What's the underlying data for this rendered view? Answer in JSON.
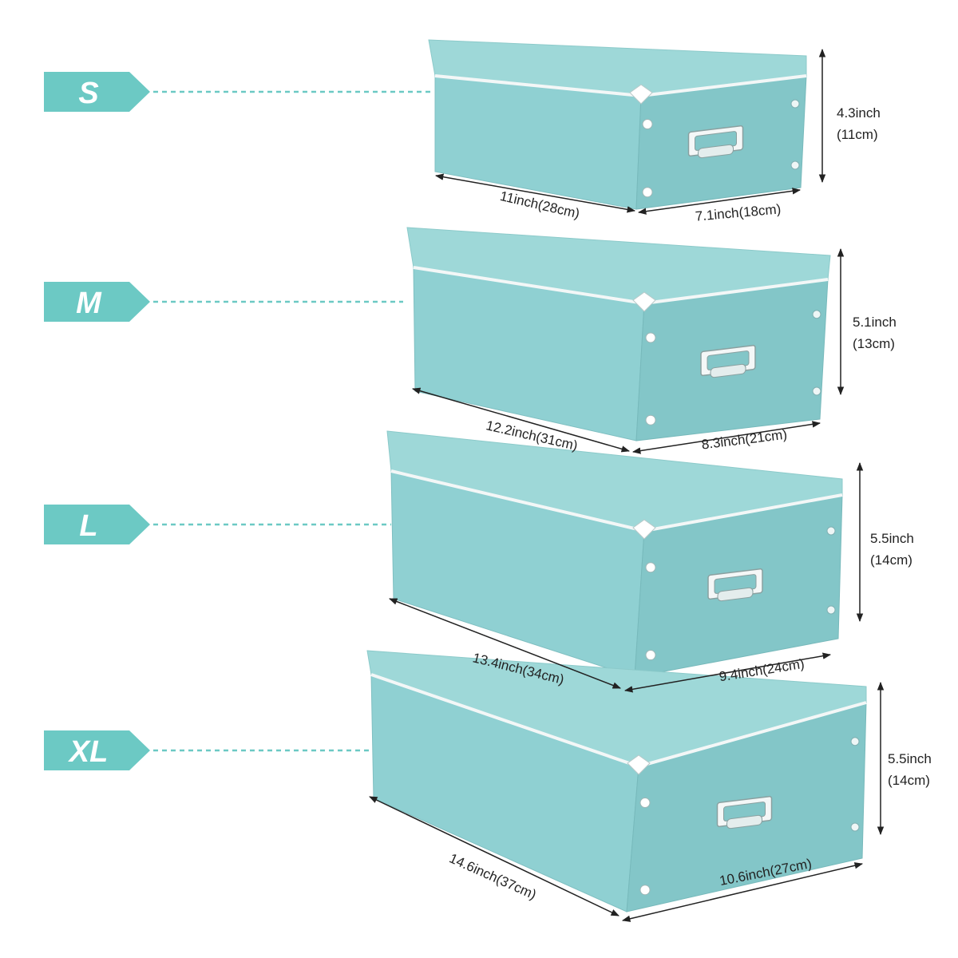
{
  "colors": {
    "tag": "#6cc9c4",
    "box_top": "#9ed8d8",
    "box_front": "#8fd0d2",
    "box_side": "#83c6c8",
    "trim": "#f3f7f7",
    "leader": "#6cc9c4",
    "dim_line": "#222222"
  },
  "boxes": [
    {
      "size": "S",
      "length": "11inch(28cm)",
      "width": "7.1inch(18cm)",
      "height_in": "4.3inch",
      "height_cm": "(11cm)"
    },
    {
      "size": "M",
      "length": "12.2inch(31cm)",
      "width": "8.3inch(21cm)",
      "height_in": "5.1inch",
      "height_cm": "(13cm)"
    },
    {
      "size": "L",
      "length": "13.4inch(34cm)",
      "width": "9.4inch(24cm)",
      "height_in": "5.5inch",
      "height_cm": "(14cm)"
    },
    {
      "size": "XL",
      "length": "14.6inch(37cm)",
      "width": "10.6inch(27cm)",
      "height_in": "5.5inch",
      "height_cm": "(14cm)"
    }
  ]
}
